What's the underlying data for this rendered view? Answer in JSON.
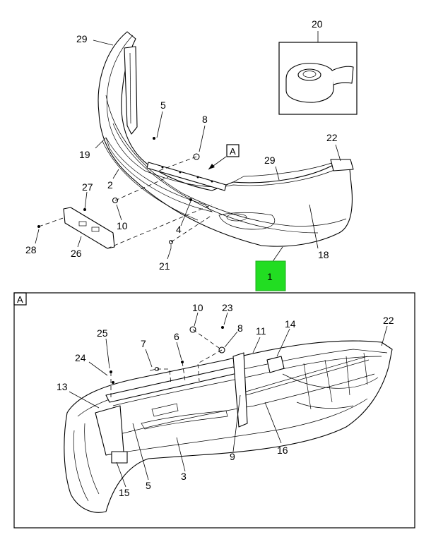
{
  "upper_view": {
    "callouts": [
      "29",
      "5",
      "8",
      "19",
      "2",
      "27",
      "10",
      "4",
      "28",
      "26",
      "21",
      "22",
      "29",
      "18",
      "20",
      "1"
    ],
    "view_marker": "A",
    "assembly_callout": "1",
    "assembly_highlight_color": "#22dd22"
  },
  "detail_view": {
    "frame_label": "A",
    "callouts": [
      "10",
      "23",
      "8",
      "25",
      "6",
      "7",
      "11",
      "14",
      "22",
      "24",
      "13",
      "9",
      "16",
      "5",
      "3",
      "15"
    ]
  }
}
